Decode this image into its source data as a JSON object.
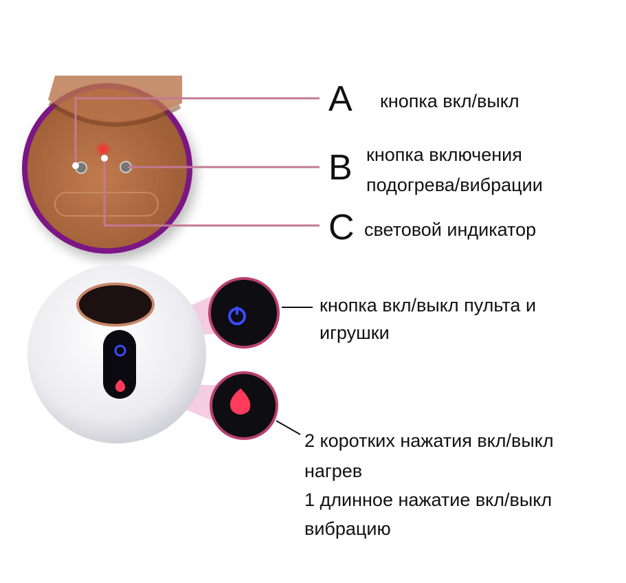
{
  "top": {
    "items": [
      {
        "letter": "A",
        "label": "кнопка вкл/выкл"
      },
      {
        "letter": "B",
        "label_line1": "кнопка включения",
        "label_line2": "подогрева/вибрации"
      },
      {
        "letter": "C",
        "label": "световой индикатор"
      }
    ]
  },
  "bottom": {
    "power_label_line1": "кнопка вкл/выкл пульта и",
    "power_label_line2": "игрушки",
    "heat_line1": "2 коротких нажатия вкл/выкл",
    "heat_line2": "нагрев",
    "heat_line3": "1 длинное нажатие вкл/выкл",
    "heat_line4": "вибрацию"
  },
  "colors": {
    "frame_purple": "#7b1684",
    "callout_pink": "#b8406e",
    "line_pink": "#c27a93",
    "power_blue": "#3b4bff",
    "flame_red": "#ff3b5c"
  }
}
